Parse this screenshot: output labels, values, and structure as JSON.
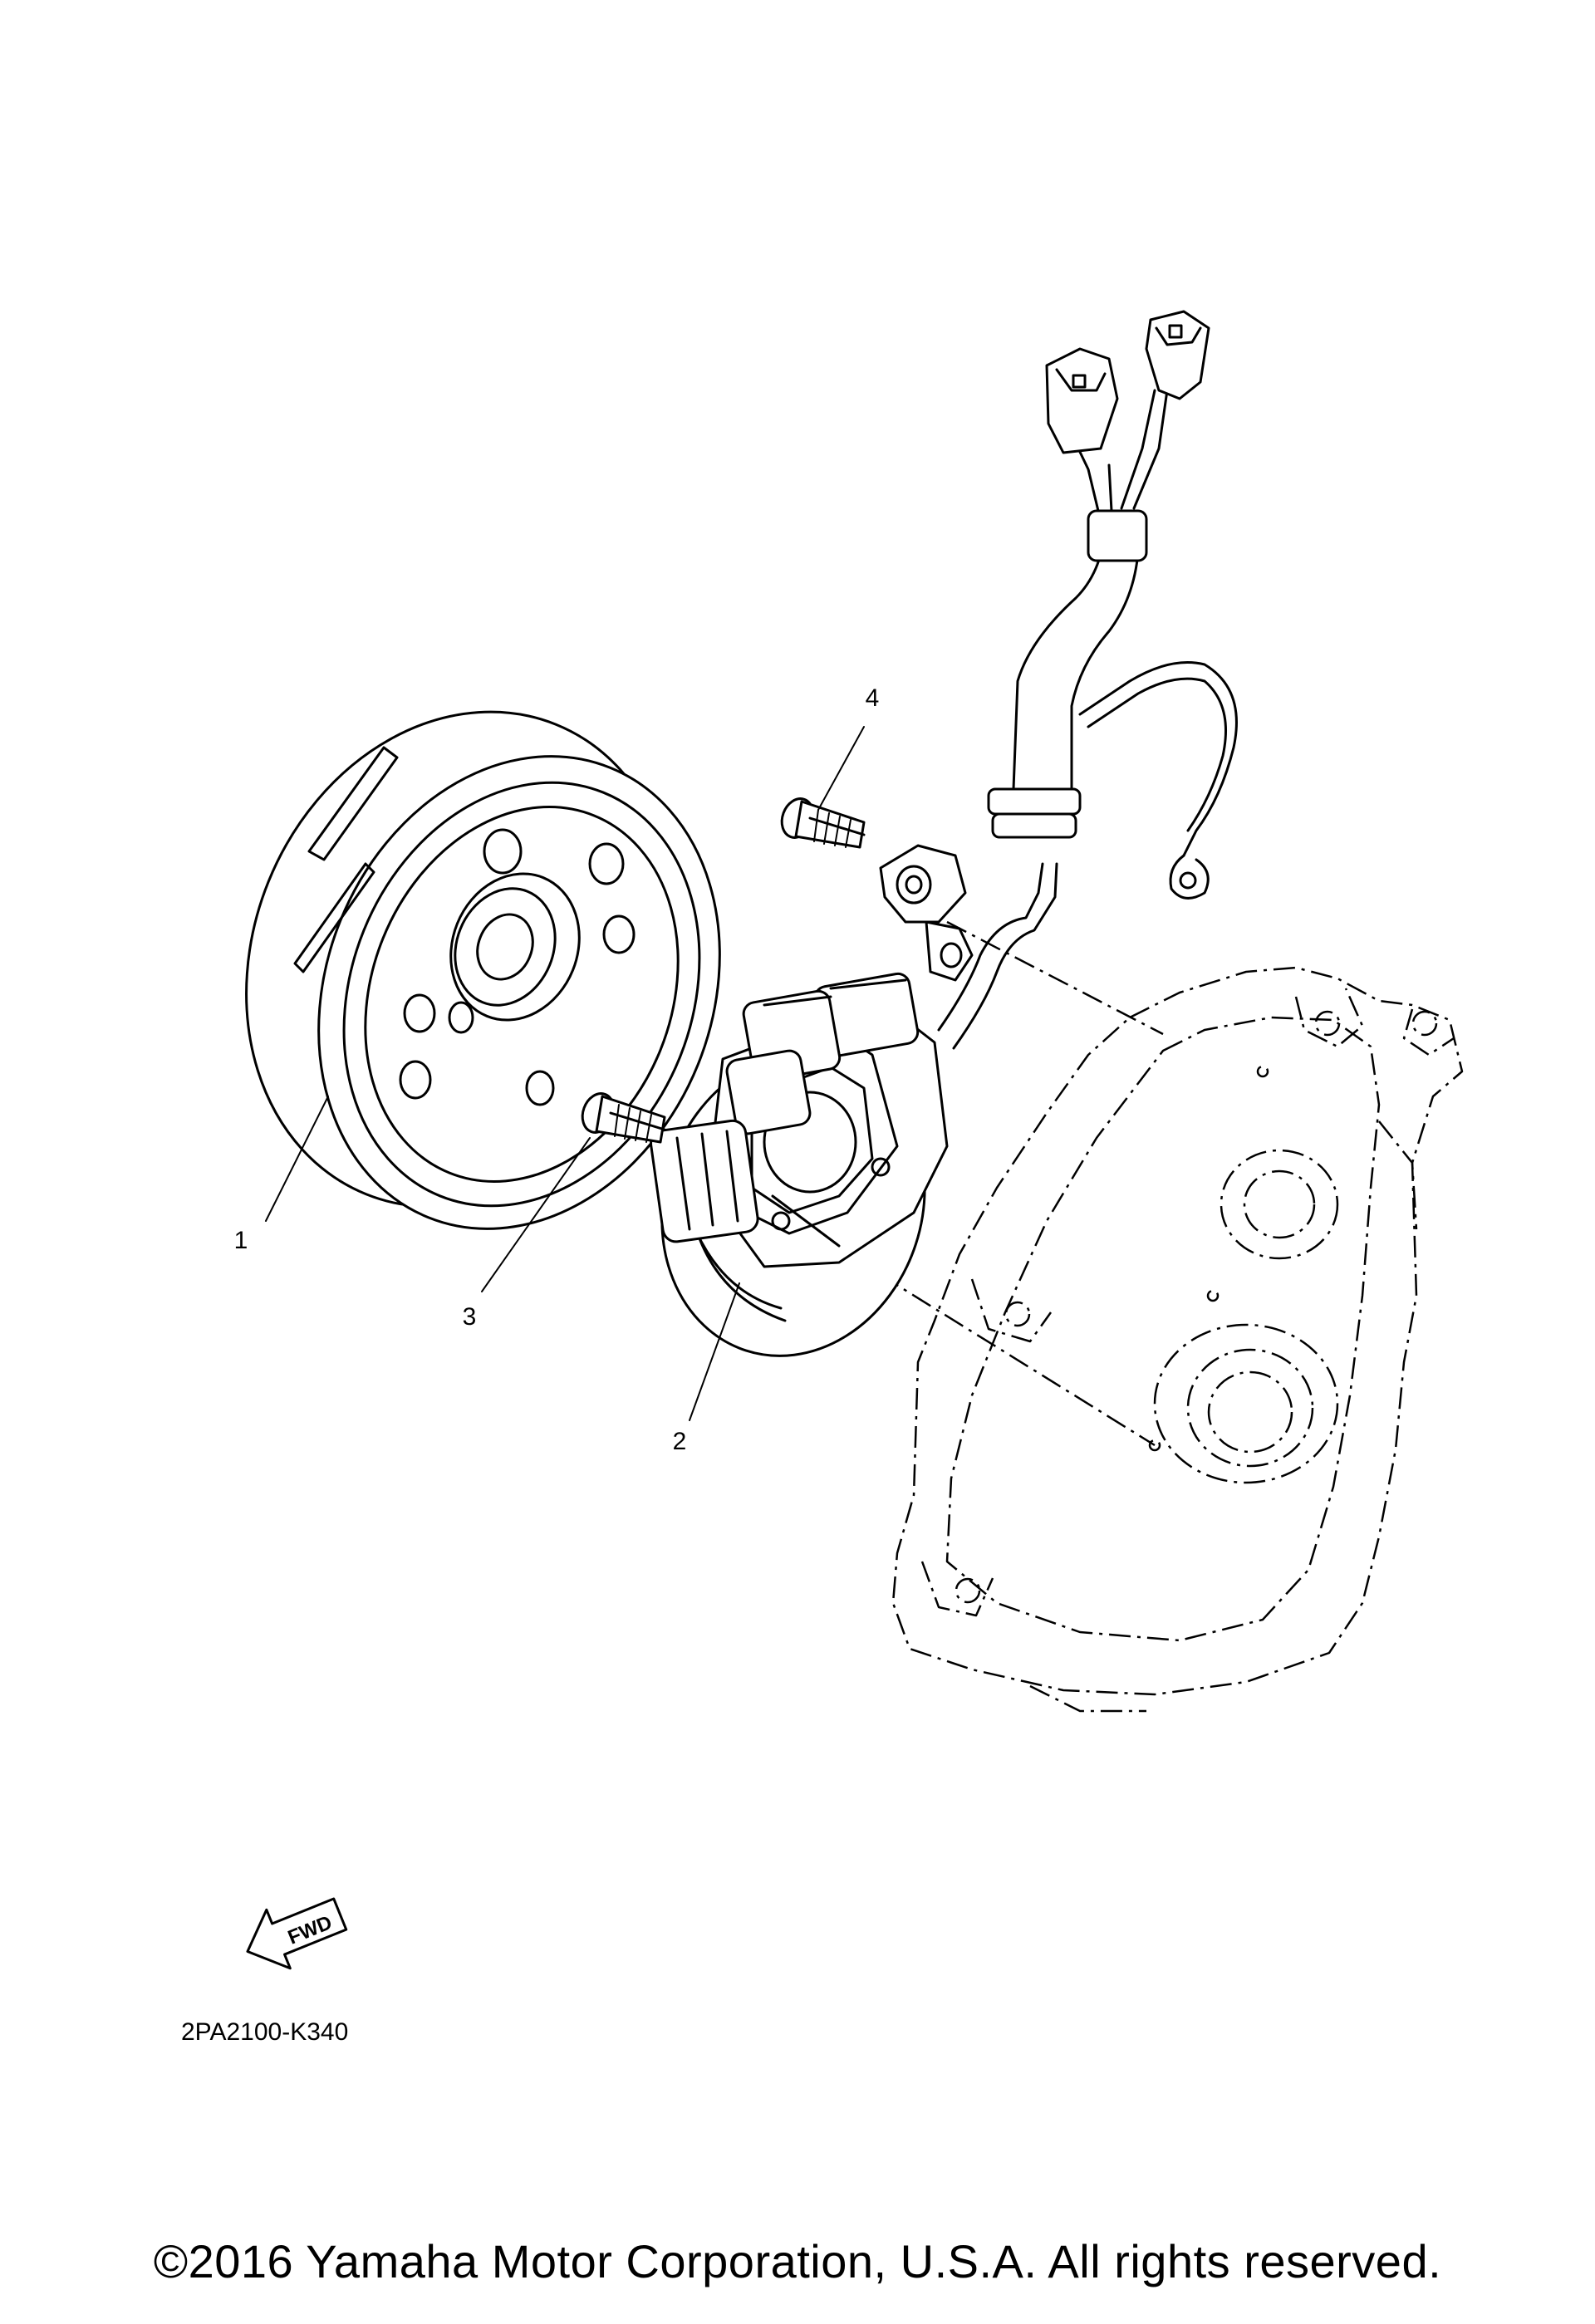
{
  "callouts": [
    {
      "id": "1",
      "label": "1"
    },
    {
      "id": "2",
      "label": "2"
    },
    {
      "id": "3",
      "label": "3"
    },
    {
      "id": "4",
      "label": "4"
    }
  ],
  "fwd_badge": "FWD",
  "diagram_code": "2PA2100-K340",
  "copyright": "©2016 Yamaha Motor Corporation, U.S.A. All rights reserved."
}
